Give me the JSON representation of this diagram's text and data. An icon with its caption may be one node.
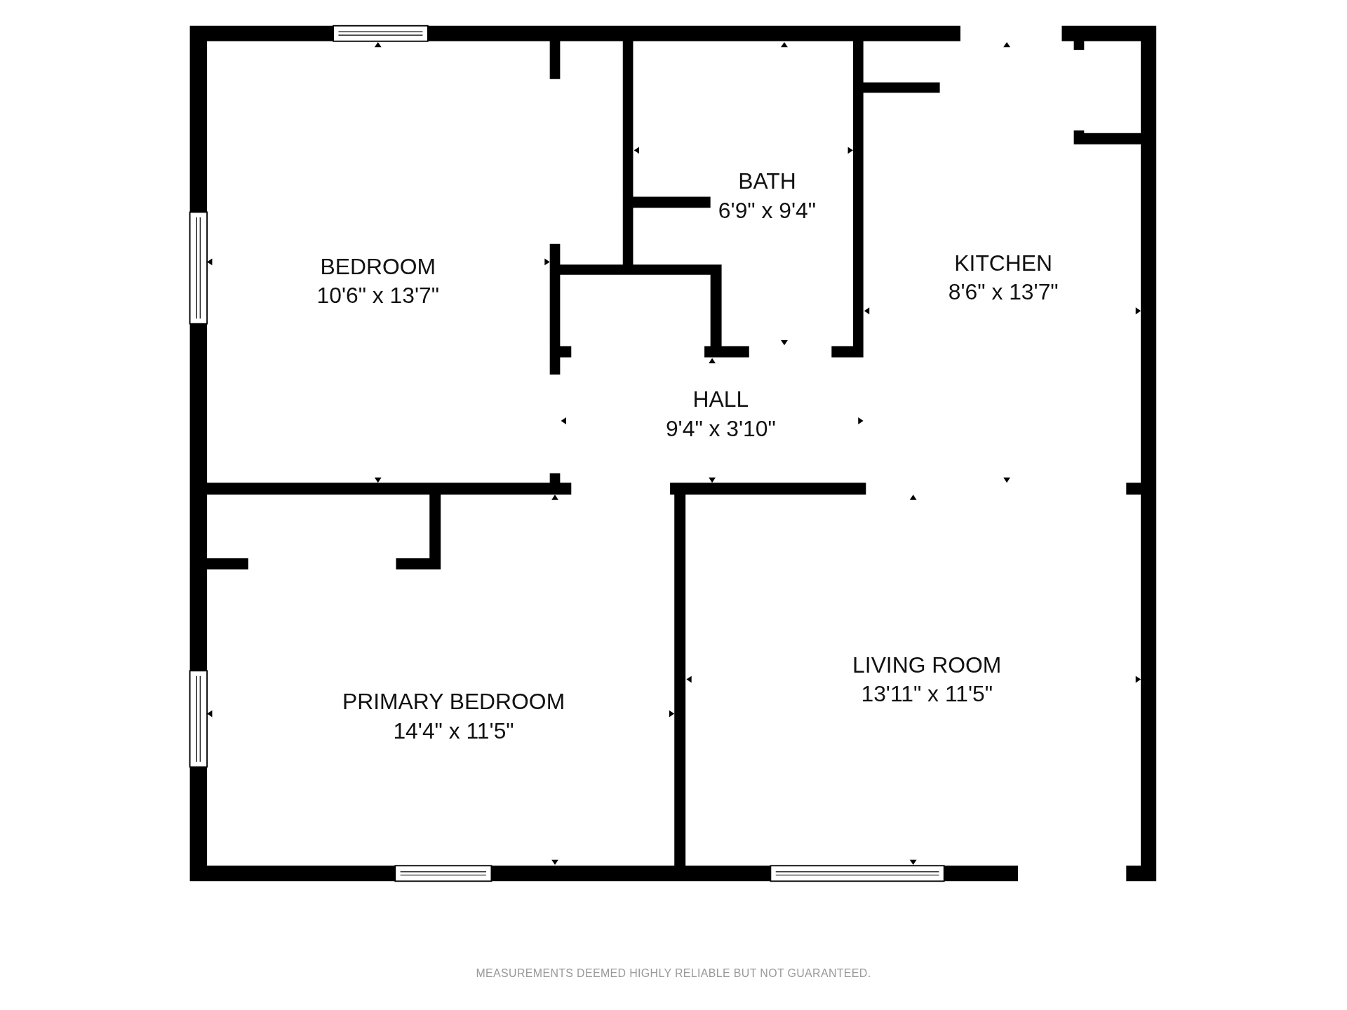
{
  "diagram": {
    "caption": "MEASUREMENTS DEEMED HIGHLY RELIABLE BUT NOT GUARANTEED.",
    "nodes": [
      {
        "text": [
          "BEDROOM",
          "10'6\" x 13'7\""
        ]
      },
      {
        "text": [
          "BATH",
          "6'9\" x 9'4\""
        ]
      },
      {
        "text": [
          "KITCHEN",
          "8'6\" x 13'7\""
        ]
      },
      {
        "text": [
          "HALL",
          "9'4\" x 3'10\""
        ]
      },
      {
        "text": [
          "PRIMARY BEDROOM",
          "14'4\" x 11'5\""
        ]
      },
      {
        "text": [
          "LIVING ROOM",
          "13'11\" x 11'5\""
        ]
      }
    ]
  }
}
